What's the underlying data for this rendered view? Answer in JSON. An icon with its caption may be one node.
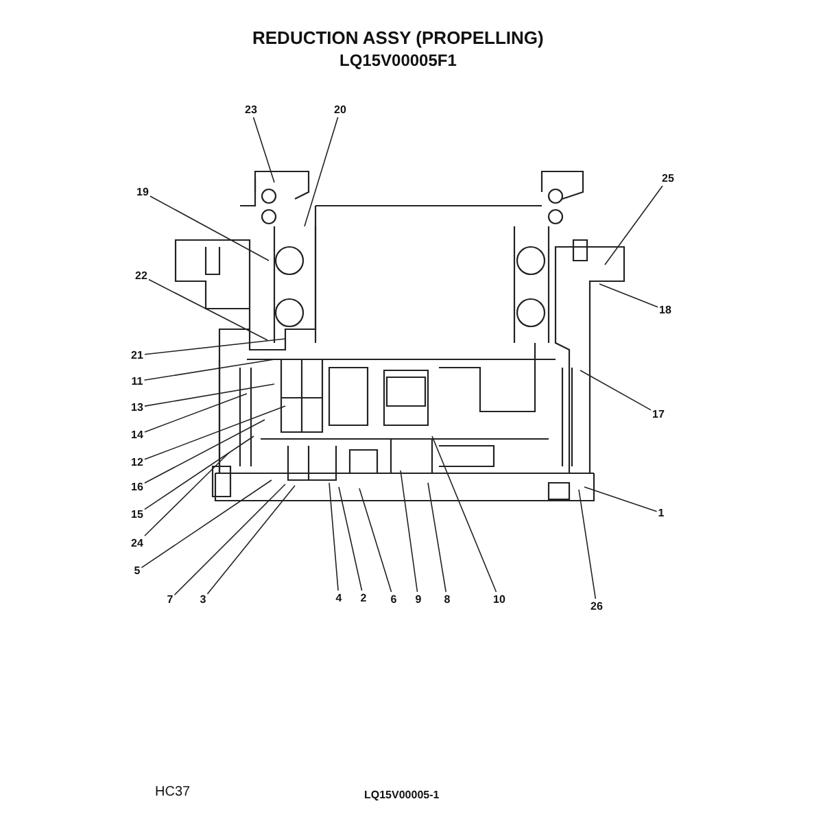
{
  "diagram": {
    "title": "REDUCTION ASSY (PROPELLING)",
    "nodes": [
      {
        "text": [
          "23"
        ]
      },
      {
        "text": [
          "20"
        ]
      },
      {
        "text": [
          "19"
        ]
      },
      {
        "text": [
          "22"
        ]
      },
      {
        "text": [
          "21"
        ]
      },
      {
        "text": [
          "11"
        ]
      },
      {
        "text": [
          "13"
        ]
      },
      {
        "text": [
          "14"
        ]
      },
      {
        "text": [
          "12"
        ]
      },
      {
        "text": [
          "16"
        ]
      },
      {
        "text": [
          "15"
        ]
      },
      {
        "text": [
          "24"
        ]
      },
      {
        "text": [
          "5"
        ]
      },
      {
        "text": [
          "7"
        ]
      },
      {
        "text": [
          "3"
        ]
      },
      {
        "text": [
          "4"
        ]
      },
      {
        "text": [
          "2"
        ]
      },
      {
        "text": [
          "6"
        ]
      },
      {
        "text": [
          "9"
        ]
      },
      {
        "text": [
          "8"
        ]
      },
      {
        "text": [
          "10"
        ]
      },
      {
        "text": [
          "26"
        ]
      },
      {
        "text": [
          "25"
        ]
      },
      {
        "text": [
          "18"
        ]
      },
      {
        "text": [
          "17"
        ]
      },
      {
        "text": [
          "1"
        ]
      }
    ],
    "edges": [
      {
        "from": 0,
        "to": null,
        "arrow": "none"
      },
      {
        "from": 1,
        "to": null,
        "arrow": "none"
      },
      {
        "from": 2,
        "to": null,
        "arrow": "none"
      },
      {
        "from": 3,
        "to": null,
        "arrow": "none"
      },
      {
        "from": 4,
        "to": null,
        "arrow": "none"
      },
      {
        "from": 5,
        "to": null,
        "arrow": "none"
      },
      {
        "from": 6,
        "to": null,
        "arrow": "none"
      },
      {
        "from": 7,
        "to": null,
        "arrow": "none"
      },
      {
        "from": 8,
        "to": null,
        "arrow": "none"
      },
      {
        "from": 9,
        "to": null,
        "arrow": "none"
      },
      {
        "from": 10,
        "to": null,
        "arrow": "none"
      },
      {
        "from": 11,
        "to": null,
        "arrow": "none"
      },
      {
        "from": 12,
        "to": null,
        "arrow": "none"
      },
      {
        "from": 13,
        "to": null,
        "arrow": "none"
      },
      {
        "from": 14,
        "to": null,
        "arrow": "none"
      },
      {
        "from": 15,
        "to": null,
        "arrow": "none"
      },
      {
        "from": 16,
        "to": null,
        "arrow": "none"
      },
      {
        "from": 17,
        "to": null,
        "arrow": "none"
      },
      {
        "from": 18,
        "to": null,
        "arrow": "none"
      },
      {
        "from": 19,
        "to": null,
        "arrow": "none"
      },
      {
        "from": 20,
        "to": null,
        "arrow": "none"
      },
      {
        "from": 21,
        "to": null,
        "arrow": "none"
      },
      {
        "from": 22,
        "to": null,
        "arrow": "none"
      },
      {
        "from": 23,
        "to": null,
        "arrow": "none"
      },
      {
        "from": 24,
        "to": null,
        "arrow": "none"
      },
      {
        "from": 25,
        "to": null,
        "arrow": "none"
      }
    ],
    "labels": [
      "LQ15V00005F1",
      "HC37",
      "LQ15V00005-1"
    ]
  }
}
